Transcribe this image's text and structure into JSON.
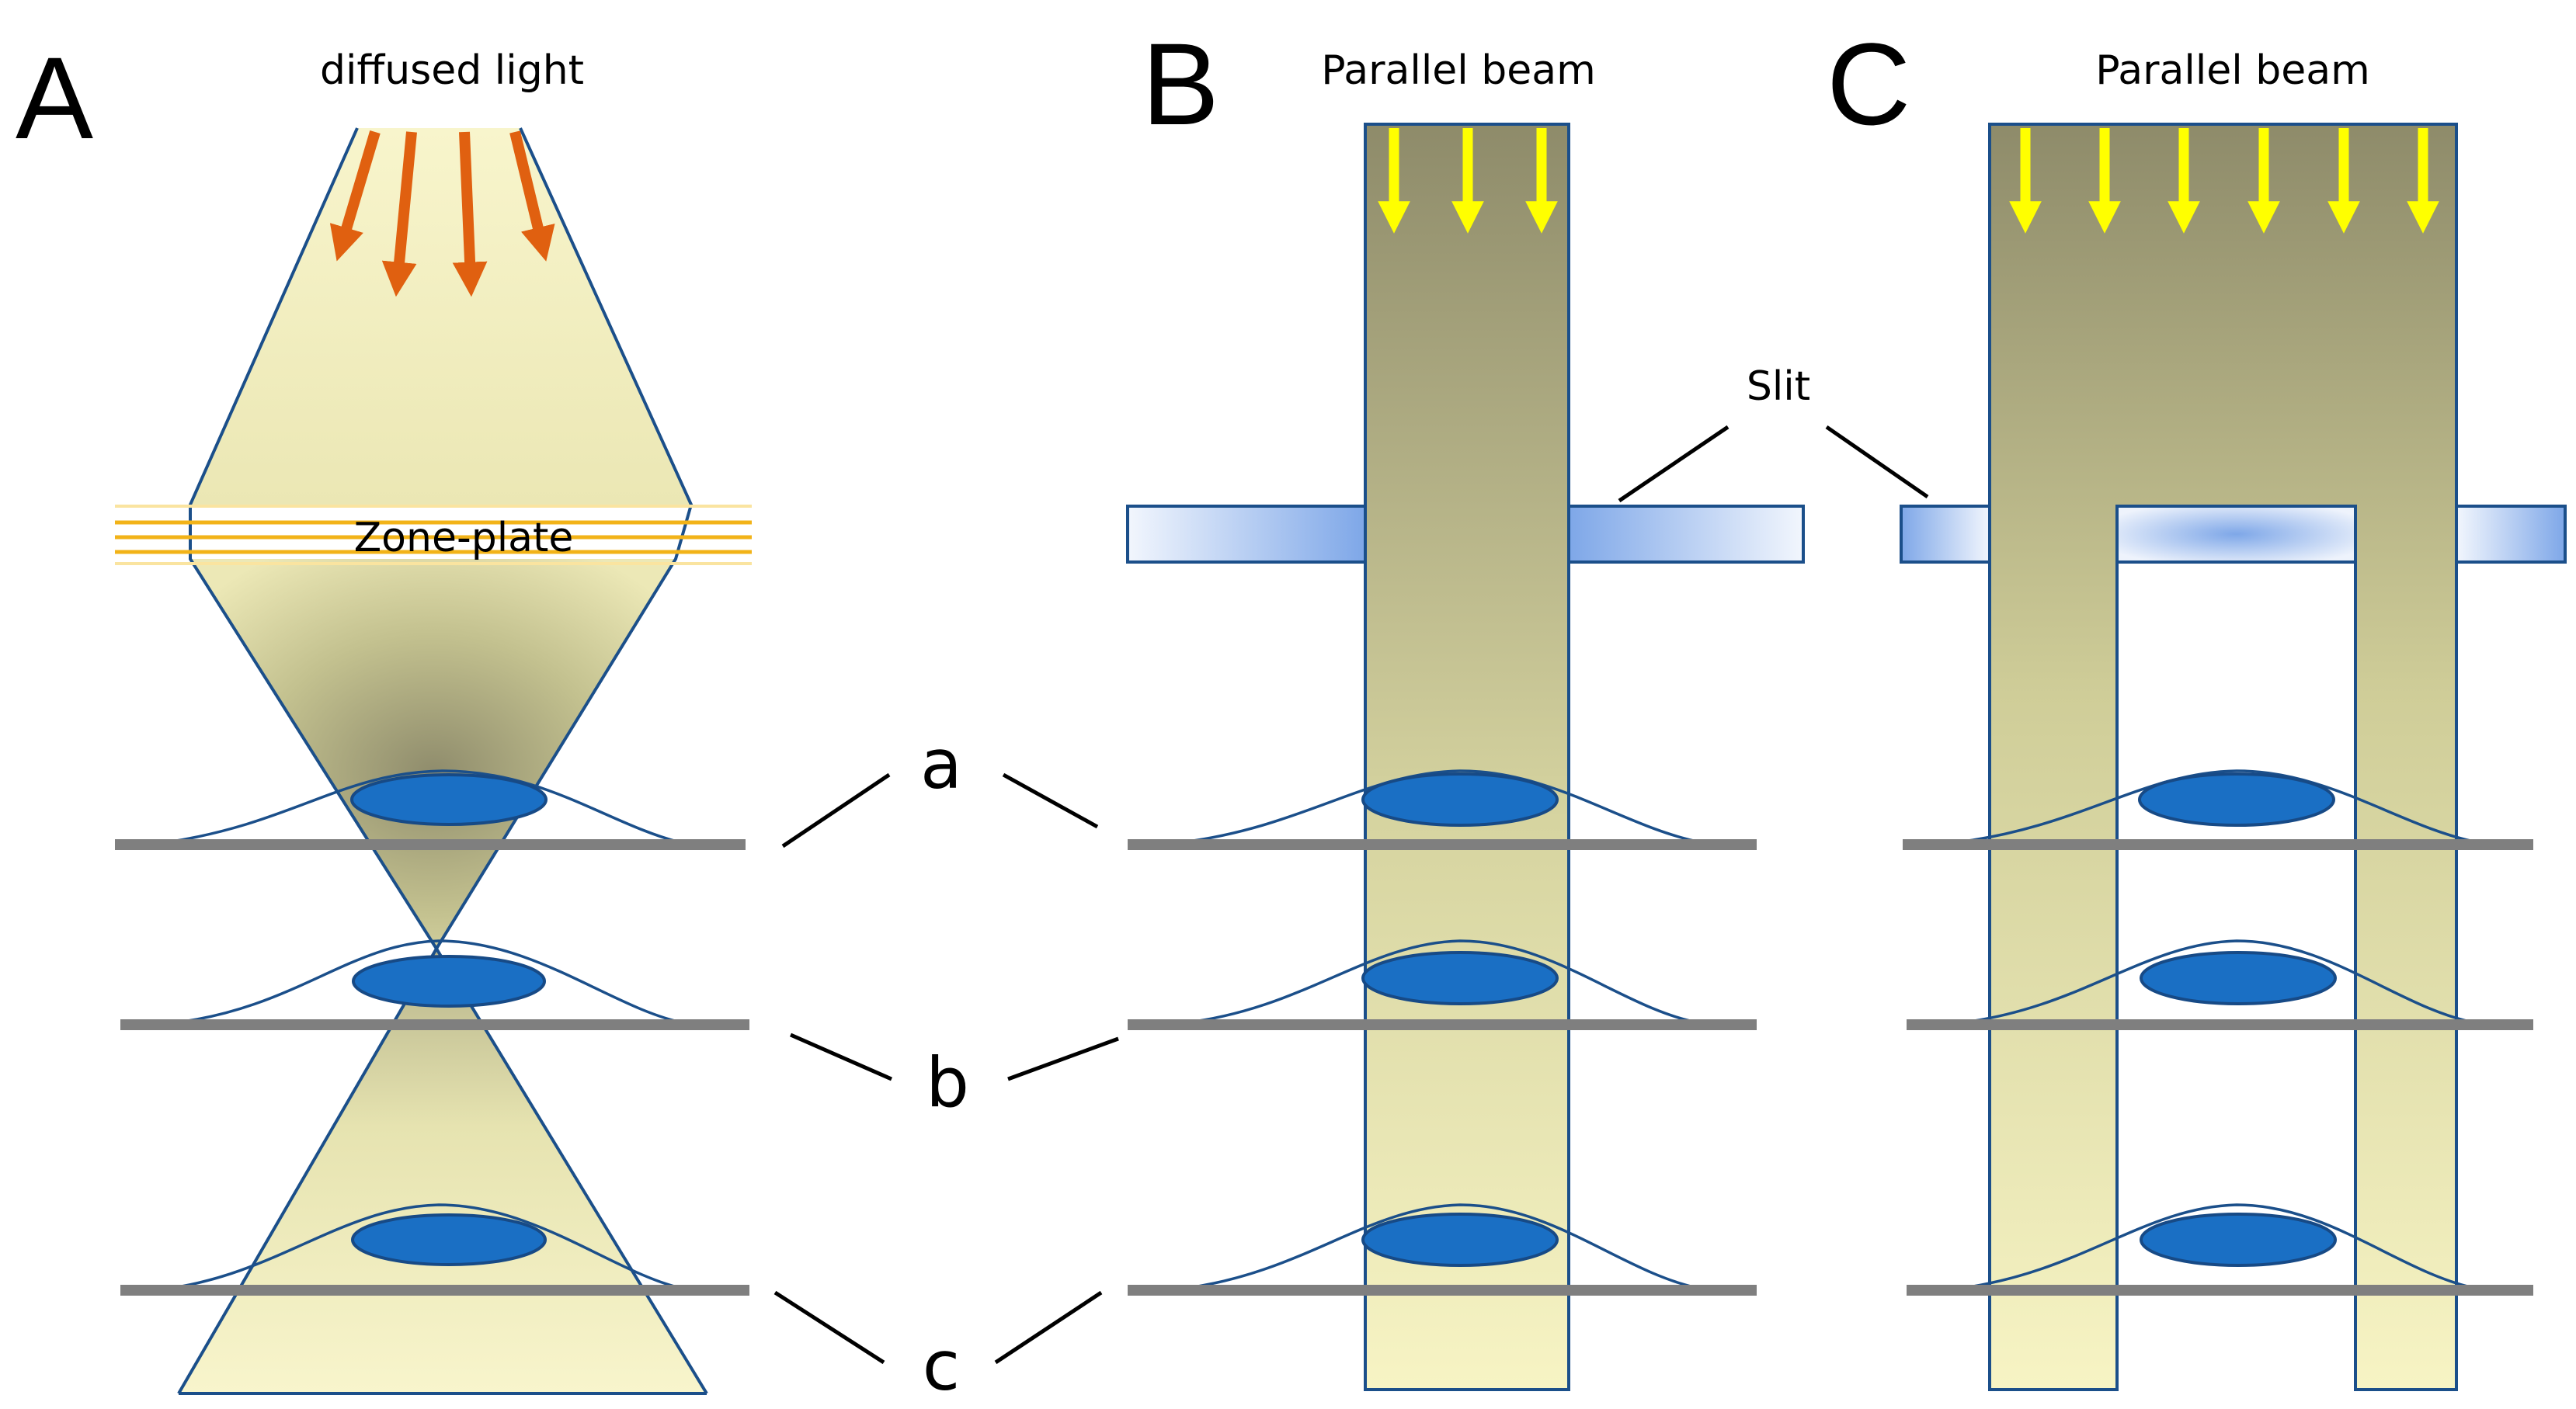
{
  "panels": {
    "a": {
      "letter": "A",
      "title": "diffused light",
      "zone_plate_label": "Zone-plate"
    },
    "b": {
      "letter": "B",
      "title": "Parallel beam"
    },
    "c": {
      "letter": "C",
      "title": "Parallel beam"
    }
  },
  "slit_label": "Slit",
  "plane_labels": {
    "a": "a",
    "b": "b",
    "c": "c"
  },
  "colors": {
    "beam_light": "#f6f3c0",
    "beam_dark": "#8e8b6a",
    "diffused_arrow": "#e06010",
    "parallel_arrow": "#ffff00",
    "nucleus": "#1a6fc4",
    "substrate": "#7f7f7f",
    "zone_plate": "#f2b318",
    "slit_blue": "#8fb4ee"
  },
  "icons": [
    "arrow-down-icon"
  ]
}
